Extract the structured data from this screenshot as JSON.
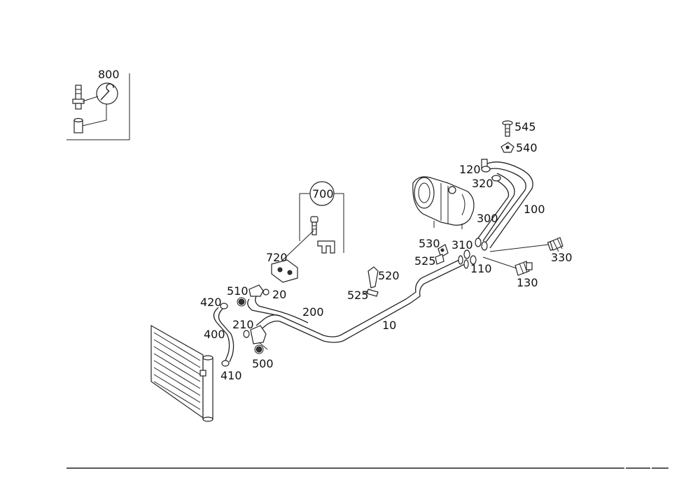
{
  "labels": {
    "l800": "800",
    "l700": "700",
    "l720": "720",
    "l545": "545",
    "l540": "540",
    "l120": "120",
    "l320": "320",
    "l100": "100",
    "l300": "300",
    "l530": "530",
    "l310": "310",
    "l525a": "525",
    "l110": "110",
    "l330": "330",
    "l130": "130",
    "l520": "520",
    "l525b": "525",
    "l510": "510",
    "l20": "20",
    "l420": "420",
    "l200": "200",
    "l10": "10",
    "l400": "400",
    "l210": "210",
    "l500": "500",
    "l410": "410"
  },
  "colors": {
    "line": "#222222",
    "background": "#ffffff"
  }
}
